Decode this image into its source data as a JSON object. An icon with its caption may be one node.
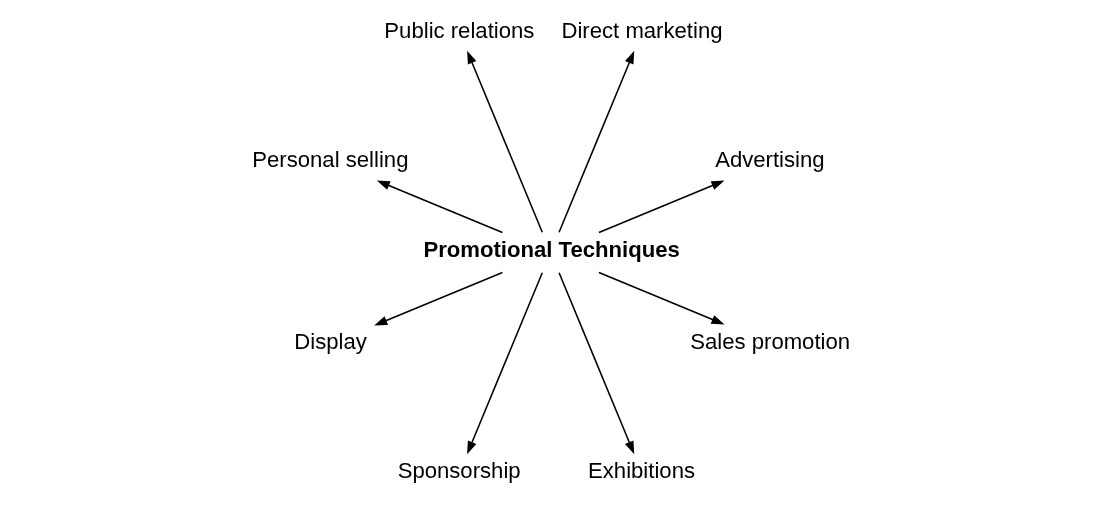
{
  "diagram": {
    "nodes": [
      {
        "text": [
          "Promotional Techniques"
        ]
      },
      {
        "text": [
          "Advertising"
        ]
      },
      {
        "text": [
          "Direct marketing"
        ]
      },
      {
        "text": [
          "Public relations"
        ]
      },
      {
        "text": [
          "Personal selling"
        ]
      },
      {
        "text": [
          "Display"
        ]
      },
      {
        "text": [
          "Sponsorship"
        ]
      },
      {
        "text": [
          "Exhibitions"
        ]
      },
      {
        "text": [
          "Sales promotion"
        ]
      }
    ],
    "edges": [
      {
        "from": 0,
        "to": 1,
        "arrow": "to"
      },
      {
        "from": 0,
        "to": 2,
        "arrow": "to"
      },
      {
        "from": 0,
        "to": 3,
        "arrow": "to"
      },
      {
        "from": 0,
        "to": 4,
        "arrow": "to"
      },
      {
        "from": 0,
        "to": 5,
        "arrow": "to"
      },
      {
        "from": 0,
        "to": 6,
        "arrow": "to"
      },
      {
        "from": 0,
        "to": 7,
        "arrow": "to"
      },
      {
        "from": 0,
        "to": 8,
        "arrow": "to"
      }
    ]
  }
}
